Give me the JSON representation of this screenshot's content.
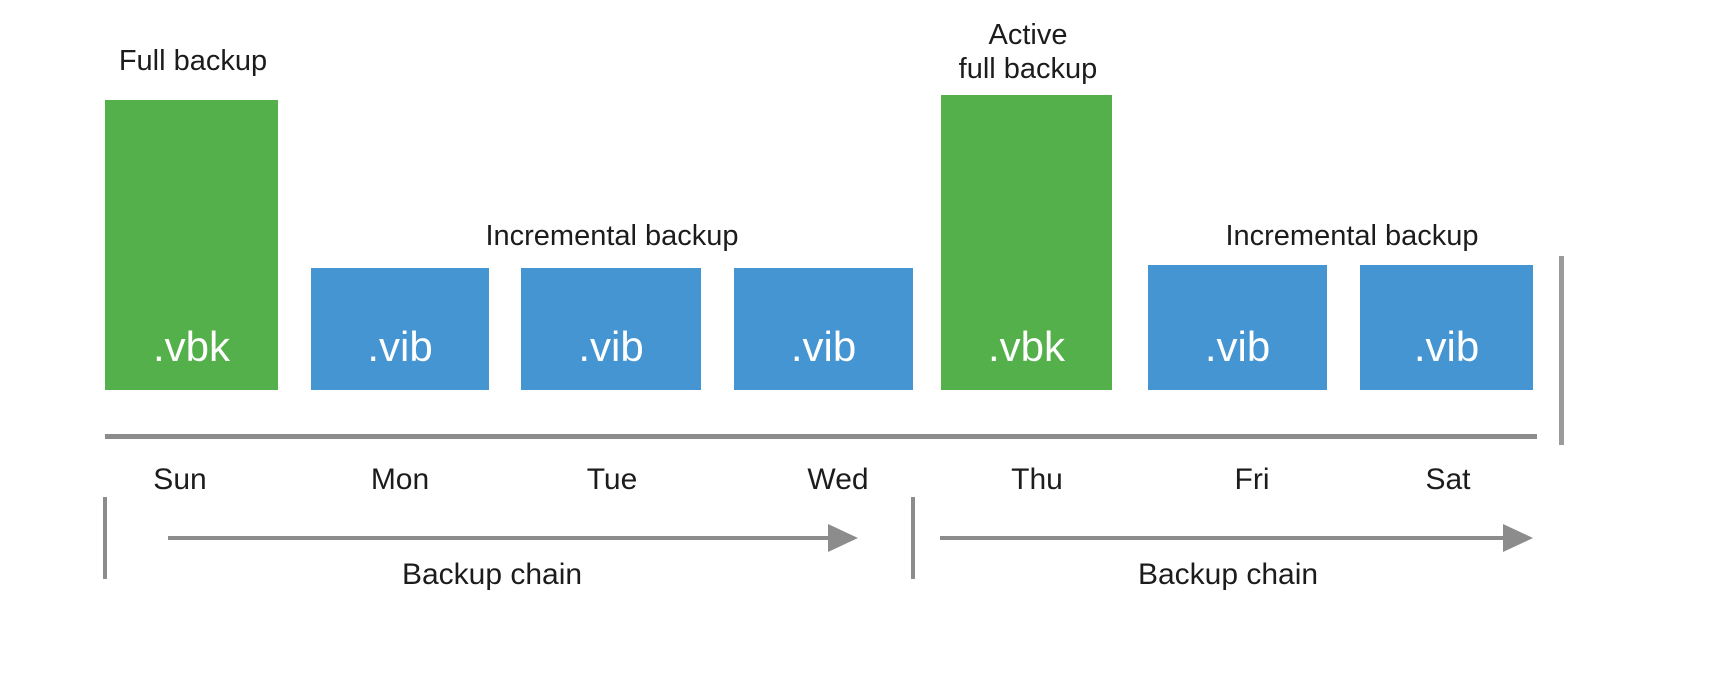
{
  "labels": {
    "full_backup": "Full backup",
    "active_full_backup": "Active\nfull backup",
    "incremental_backup_1": "Incremental backup",
    "incremental_backup_2": "Incremental backup",
    "backup_chain_1": "Backup chain",
    "backup_chain_2": "Backup chain"
  },
  "bars": [
    {
      "ext": ".vbk",
      "kind": "full",
      "day": "Sun"
    },
    {
      "ext": ".vib",
      "kind": "incremental",
      "day": "Mon"
    },
    {
      "ext": ".vib",
      "kind": "incremental",
      "day": "Tue"
    },
    {
      "ext": ".vib",
      "kind": "incremental",
      "day": "Wed"
    },
    {
      "ext": ".vbk",
      "kind": "full",
      "day": "Thu"
    },
    {
      "ext": ".vib",
      "kind": "incremental",
      "day": "Fri"
    },
    {
      "ext": ".vib",
      "kind": "incremental",
      "day": "Sat"
    }
  ],
  "days": [
    "Sun",
    "Mon",
    "Tue",
    "Wed",
    "Thu",
    "Fri",
    "Sat"
  ],
  "colors": {
    "full": "#54b04a",
    "incremental": "#4595d2",
    "line": "#8c8c8c",
    "text": "#1c1c1c"
  }
}
